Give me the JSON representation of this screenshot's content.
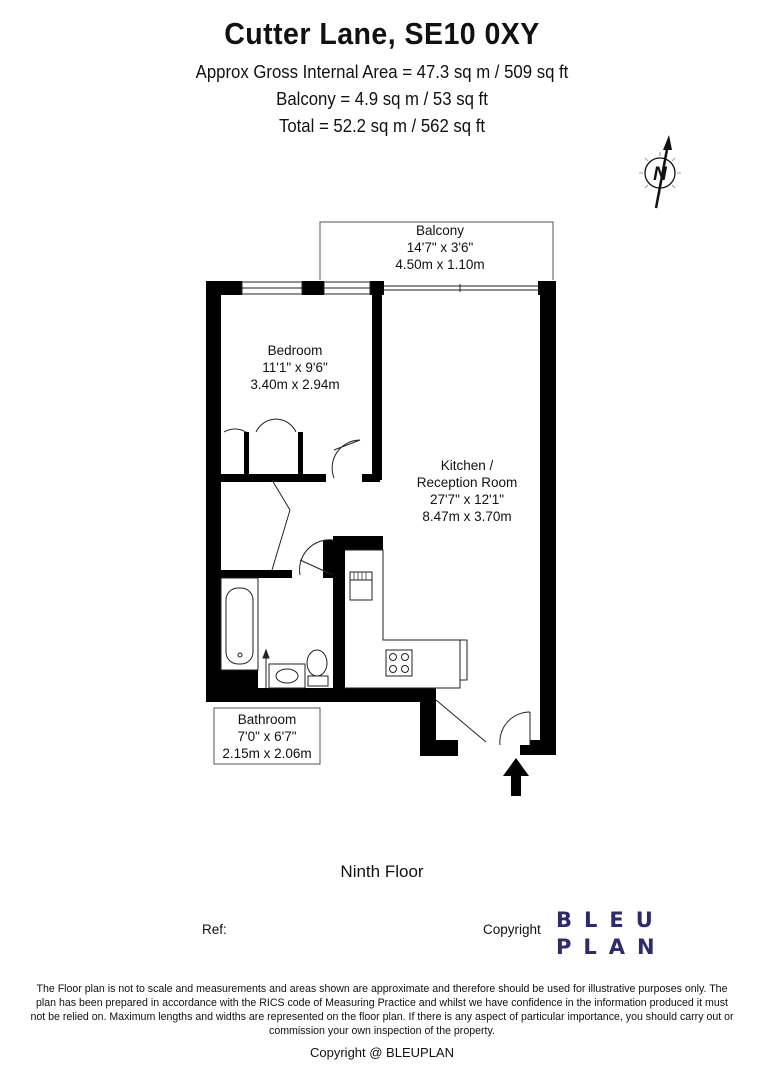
{
  "header": {
    "title": "Cutter Lane, SE10 0XY",
    "gross_area": "Approx Gross Internal Area = 47.3 sq m / 509 sq ft",
    "balcony_area": "Balcony = 4.9 sq m / 53 sq ft",
    "total_area": "Total = 52.2 sq m / 562 sq ft"
  },
  "compass": {
    "label": "N"
  },
  "rooms": {
    "balcony": {
      "name": "Balcony",
      "imperial": "14'7\" x 3'6\"",
      "metric": "4.50m x 1.10m"
    },
    "bedroom": {
      "name": "Bedroom",
      "imperial": "11'1\" x 9'6\"",
      "metric": "3.40m x 2.94m"
    },
    "kitchen": {
      "name": "Kitchen /",
      "name2": "Reception Room",
      "imperial": "27'7\" x 12'1\"",
      "metric": "8.47m x 3.70m"
    },
    "bathroom": {
      "name": "Bathroom",
      "imperial": "7'0\" x 6'7\"",
      "metric": "2.15m x 2.06m"
    }
  },
  "floor_label": "Ninth Floor",
  "ref_label": "Ref:",
  "copyright_label": "Copyright",
  "logo": {
    "line1": "BLEU",
    "line2": "PLAN"
  },
  "disclaimer": "The Floor plan is not to scale and measurements and areas shown are approximate and therefore should be used for illustrative purposes only. The plan has been prepared in accordance with the RICS code of Measuring Practice and whilst we have confidence in the information produced it must not be relied on. Maximum lengths and widths are represented on the floor plan. If there is any aspect of particular importance, you should carry out or commission your own inspection of the property.",
  "footer_copyright": "Copyright @ BLEUPLAN",
  "colors": {
    "wall": "#000000",
    "logo": "#2e2a6e"
  }
}
